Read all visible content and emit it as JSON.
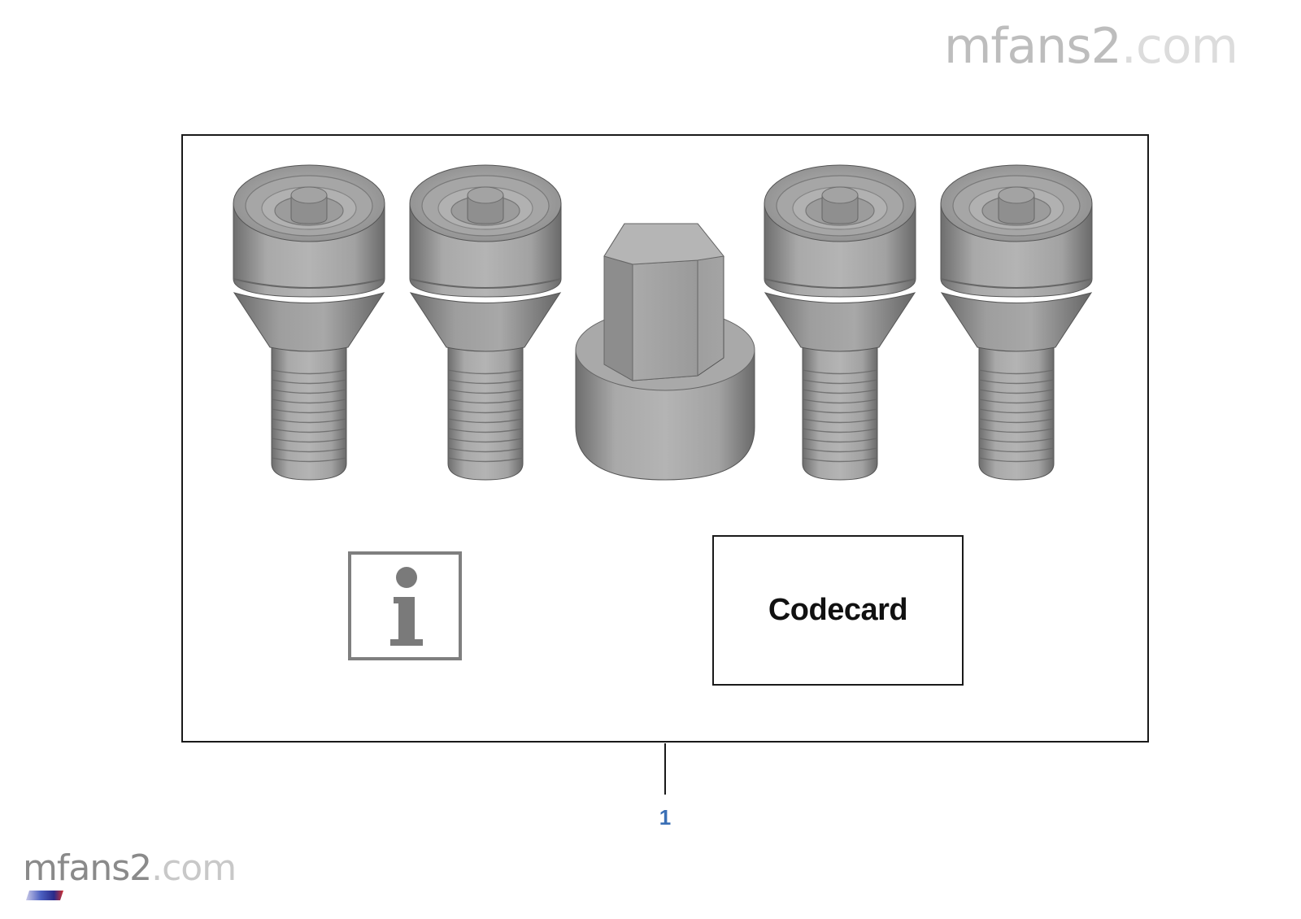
{
  "watermark": {
    "name": "mfans2",
    "domain": ".com"
  },
  "diagram": {
    "codecard_label": "Codecard",
    "callout": "1",
    "info_glyph": "i"
  },
  "icons": {
    "info": "info-icon",
    "bolt": "wheel-lock-bolt",
    "adapter": "lock-adapter-socket"
  },
  "colors": {
    "part_gray": "#9c9c9c",
    "callout_blue": "#3a6fb5",
    "watermark_gray": "#bdbdbd"
  }
}
